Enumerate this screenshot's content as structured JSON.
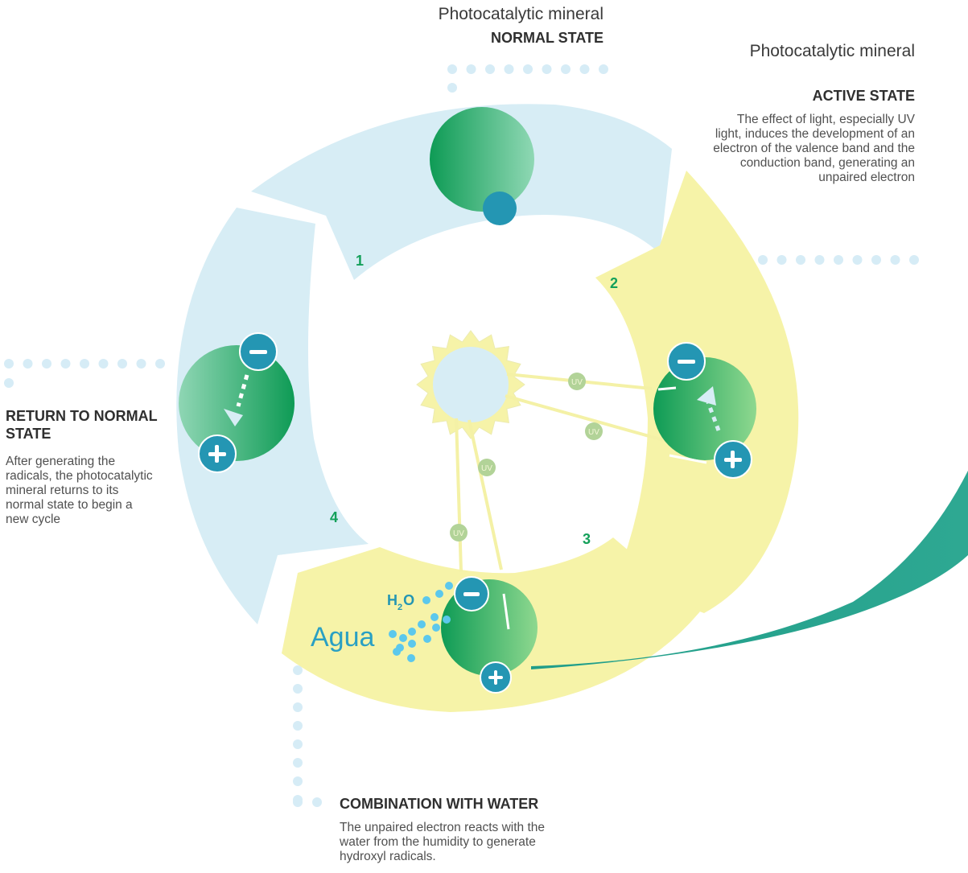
{
  "states": {
    "normal": {
      "title": "Photocatalytic mineral",
      "subtitle": "NORMAL STATE"
    },
    "active": {
      "title": "Photocatalytic mineral",
      "subtitle": "ACTIVE STATE",
      "description": "The effect of light, especially UV light, induces the development of an electron of the valence band and the conduction band, generating an unpaired electron"
    },
    "return": {
      "title": "RETURN TO NORMAL STATE",
      "description": "After generating the radicals, the photocatalytic mineral returns to its normal state to begin a new cycle"
    },
    "water": {
      "title": "COMBINATION WITH WATER",
      "description": "The unpaired electron reacts with the water from the humidity to generate hydroxyl radicals."
    }
  },
  "steps": [
    "1",
    "2",
    "3",
    "4"
  ],
  "uv_label": "UV",
  "water": {
    "formula_h": "H",
    "formula_sub": "2",
    "formula_o": "O",
    "word": "Agua"
  },
  "charges": {
    "minus": "−",
    "plus": "+"
  },
  "colors": {
    "blue_band": "#d7edf5",
    "yellow_band": "#f6f3a8",
    "green_dark": "#0e9b55",
    "green_light": "#8fd8b4",
    "teal_charge": "#2496b3",
    "step_green": "#14a05a",
    "teal_swoosh": "#23a290",
    "dots": "#d6ecf6"
  },
  "icons": [
    "sun-icon",
    "minus-charge-icon",
    "plus-charge-icon",
    "arrow-icon"
  ]
}
